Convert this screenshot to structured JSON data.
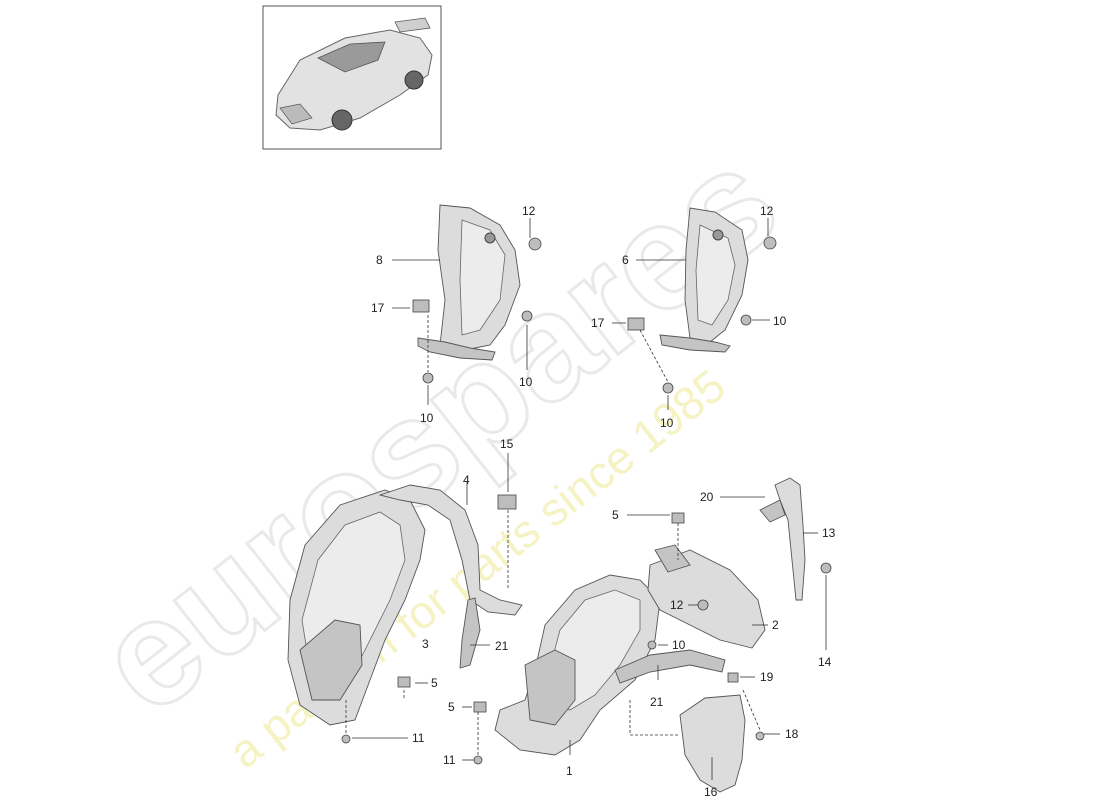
{
  "watermark": {
    "brand": "eurospares",
    "tagline": "a passion for parts since 1985",
    "tagline_color": "#f0ecb0"
  },
  "thumbnail": {
    "icon": "sports-car-icon"
  },
  "callouts": [
    {
      "id": "c-12a",
      "text": "12"
    },
    {
      "id": "c-8",
      "text": "8"
    },
    {
      "id": "c-17a",
      "text": "17"
    },
    {
      "id": "c-10a",
      "text": "10"
    },
    {
      "id": "c-10b",
      "text": "10"
    },
    {
      "id": "c-12b",
      "text": "12"
    },
    {
      "id": "c-6",
      "text": "6"
    },
    {
      "id": "c-17b",
      "text": "17"
    },
    {
      "id": "c-10c",
      "text": "10"
    },
    {
      "id": "c-10d",
      "text": "10"
    },
    {
      "id": "c-15",
      "text": "15"
    },
    {
      "id": "c-4",
      "text": "4"
    },
    {
      "id": "c-3",
      "text": "3"
    },
    {
      "id": "c-5a",
      "text": "5"
    },
    {
      "id": "c-21a",
      "text": "21"
    },
    {
      "id": "c-11a",
      "text": "11"
    },
    {
      "id": "c-5b",
      "text": "5"
    },
    {
      "id": "c-11b",
      "text": "11"
    },
    {
      "id": "c-20",
      "text": "20"
    },
    {
      "id": "c-13",
      "text": "13"
    },
    {
      "id": "c-5c",
      "text": "5"
    },
    {
      "id": "c-14",
      "text": "14"
    },
    {
      "id": "c-12c",
      "text": "12"
    },
    {
      "id": "c-2",
      "text": "2"
    },
    {
      "id": "c-10e",
      "text": "10"
    },
    {
      "id": "c-21b",
      "text": "21"
    },
    {
      "id": "c-19",
      "text": "19"
    },
    {
      "id": "c-18",
      "text": "18"
    },
    {
      "id": "c-1",
      "text": "1"
    },
    {
      "id": "c-16",
      "text": "16"
    }
  ]
}
